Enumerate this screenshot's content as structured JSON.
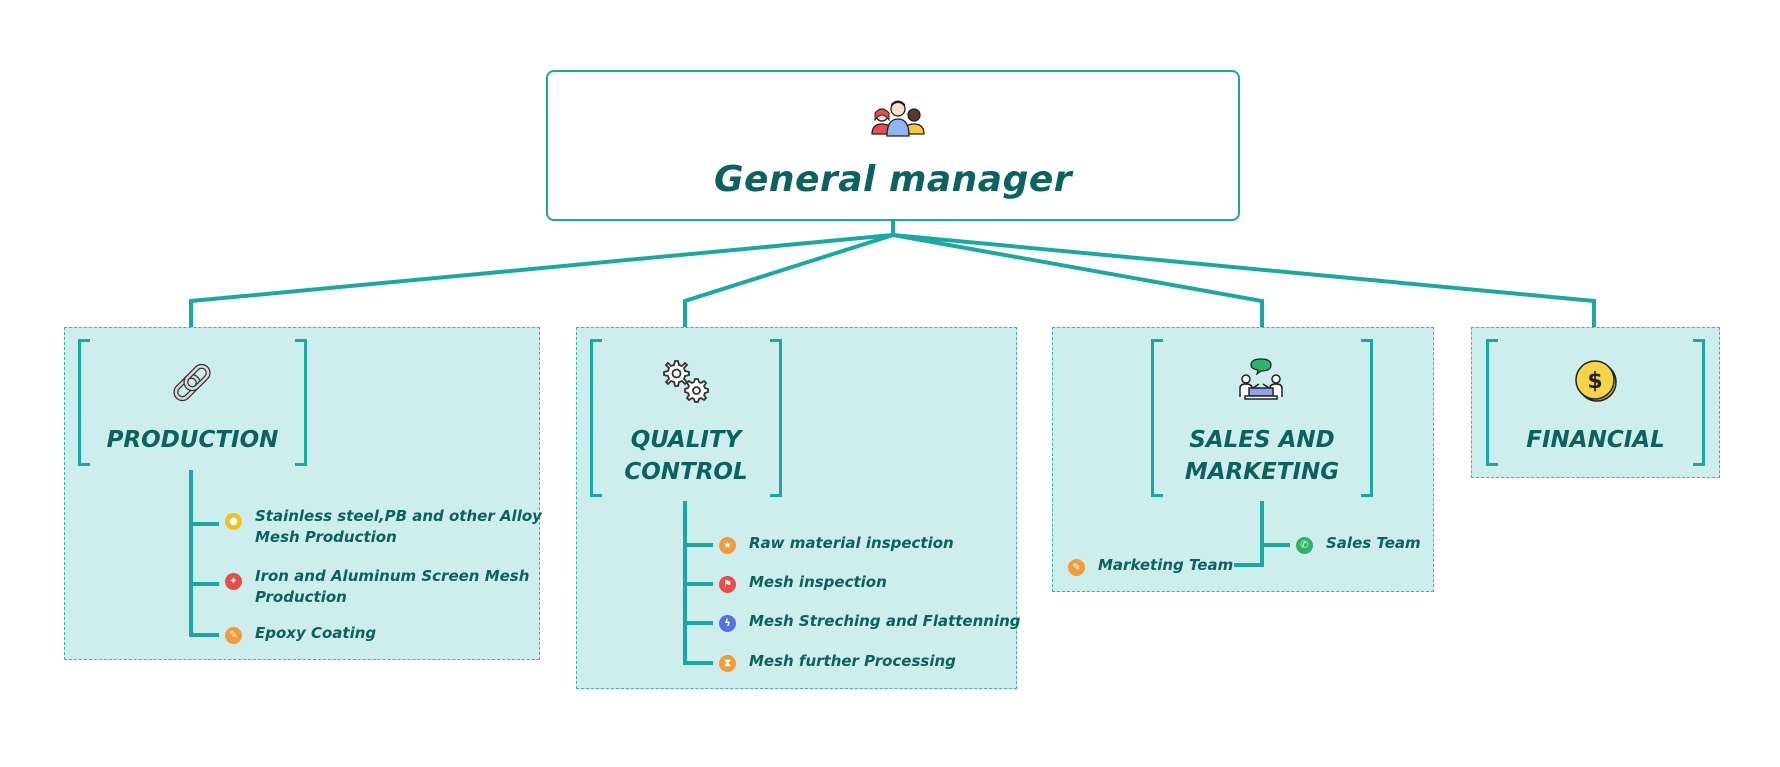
{
  "root": {
    "title": "General manager",
    "icon": "people-group-icon"
  },
  "colors": {
    "connector": "#1aa9a2",
    "panel_fill": "#cdeeed",
    "text": "#0b625f"
  },
  "departments": [
    {
      "title": "PRODUCTION",
      "icon": "chain-link-icon",
      "items": [
        {
          "label_line1": "Stainless steel,PB and other Alloy",
          "label_line2": "Mesh Production",
          "icon": "lightbulb-icon",
          "color": "#f2c21b"
        },
        {
          "label_line1": "Iron and Aluminum Screen Mesh",
          "label_line2": "Production",
          "icon": "pushpin-icon",
          "color": "#e84c4c"
        },
        {
          "label_line1": "Epoxy Coating",
          "label_line2": "",
          "icon": "pencil-icon",
          "color": "#f39a3a"
        }
      ]
    },
    {
      "title_line1": "QUALITY",
      "title_line2": "CONTROL",
      "icon": "gears-icon",
      "items": [
        {
          "label": "Raw material inspection",
          "icon": "star-icon",
          "color": "#f39a3a"
        },
        {
          "label": "Mesh inspection",
          "icon": "flag-icon",
          "color": "#e84c4c"
        },
        {
          "label": "Mesh Streching and Flattenning",
          "icon": "lightning-icon",
          "color": "#5a6ee8"
        },
        {
          "label": "Mesh further Processing",
          "icon": "hourglass-icon",
          "color": "#f39a3a"
        }
      ]
    },
    {
      "title_line1": "SALES AND",
      "title_line2": "MARKETING",
      "icon": "meeting-icon",
      "items": [
        {
          "label": "Sales Team",
          "icon": "phone-icon",
          "color": "#2fb26a"
        },
        {
          "label": "Marketing Team",
          "icon": "pencil-icon",
          "color": "#f39a3a"
        }
      ]
    },
    {
      "title": "FINANCIAL",
      "icon": "dollar-coin-icon"
    }
  ]
}
